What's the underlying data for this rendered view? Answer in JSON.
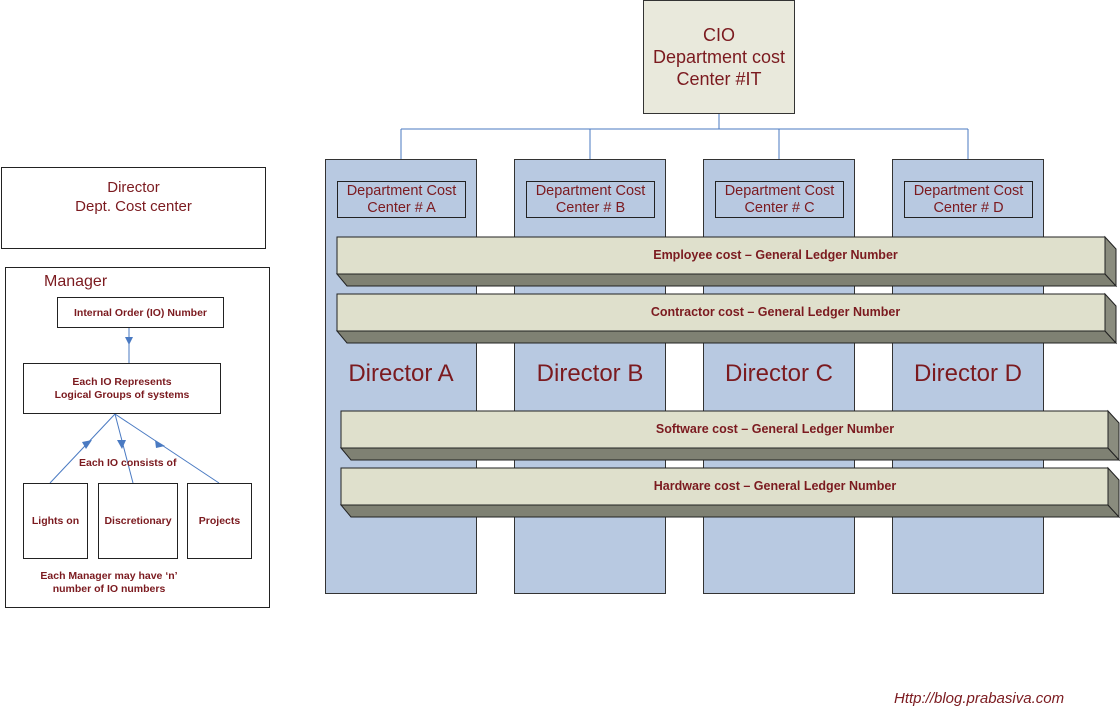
{
  "cio": {
    "lines": [
      "CIO",
      "Department cost",
      "Center #IT"
    ]
  },
  "directors": [
    {
      "cost_center": [
        "Department Cost",
        "Center # A"
      ],
      "label": "Director A"
    },
    {
      "cost_center": [
        "Department Cost",
        "Center # B"
      ],
      "label": "Director B"
    },
    {
      "cost_center": [
        "Department Cost",
        "Center # C"
      ],
      "label": "Director C"
    },
    {
      "cost_center": [
        "Department Cost",
        "Center # D"
      ],
      "label": "Director D"
    }
  ],
  "ledgers": [
    "Employee cost – General Ledger Number",
    "Contractor cost – General Ledger Number",
    "Software cost – General Ledger Number",
    "Hardware cost – General Ledger Number"
  ],
  "legend": {
    "director_box": [
      "Director",
      "Dept. Cost center"
    ],
    "manager_title": "Manager",
    "io_number": "Internal Order (IO) Number",
    "io_represents": [
      "Each IO Represents",
      "Logical Groups of systems"
    ],
    "io_consists": "Each IO consists of",
    "categories": [
      "Lights on",
      "Discretionary",
      "Projects"
    ],
    "footnote": [
      "Each Manager may have ‘n’",
      "number of IO numbers"
    ]
  },
  "footer_url": "Http://blog.prabasiva.com",
  "colors": {
    "text": "#7b1a1f",
    "column": "#b8c9e1",
    "ledger_face": "#dfe0cc",
    "ledger_shadow": "#7f8173",
    "connector": "#4a7ac2"
  }
}
